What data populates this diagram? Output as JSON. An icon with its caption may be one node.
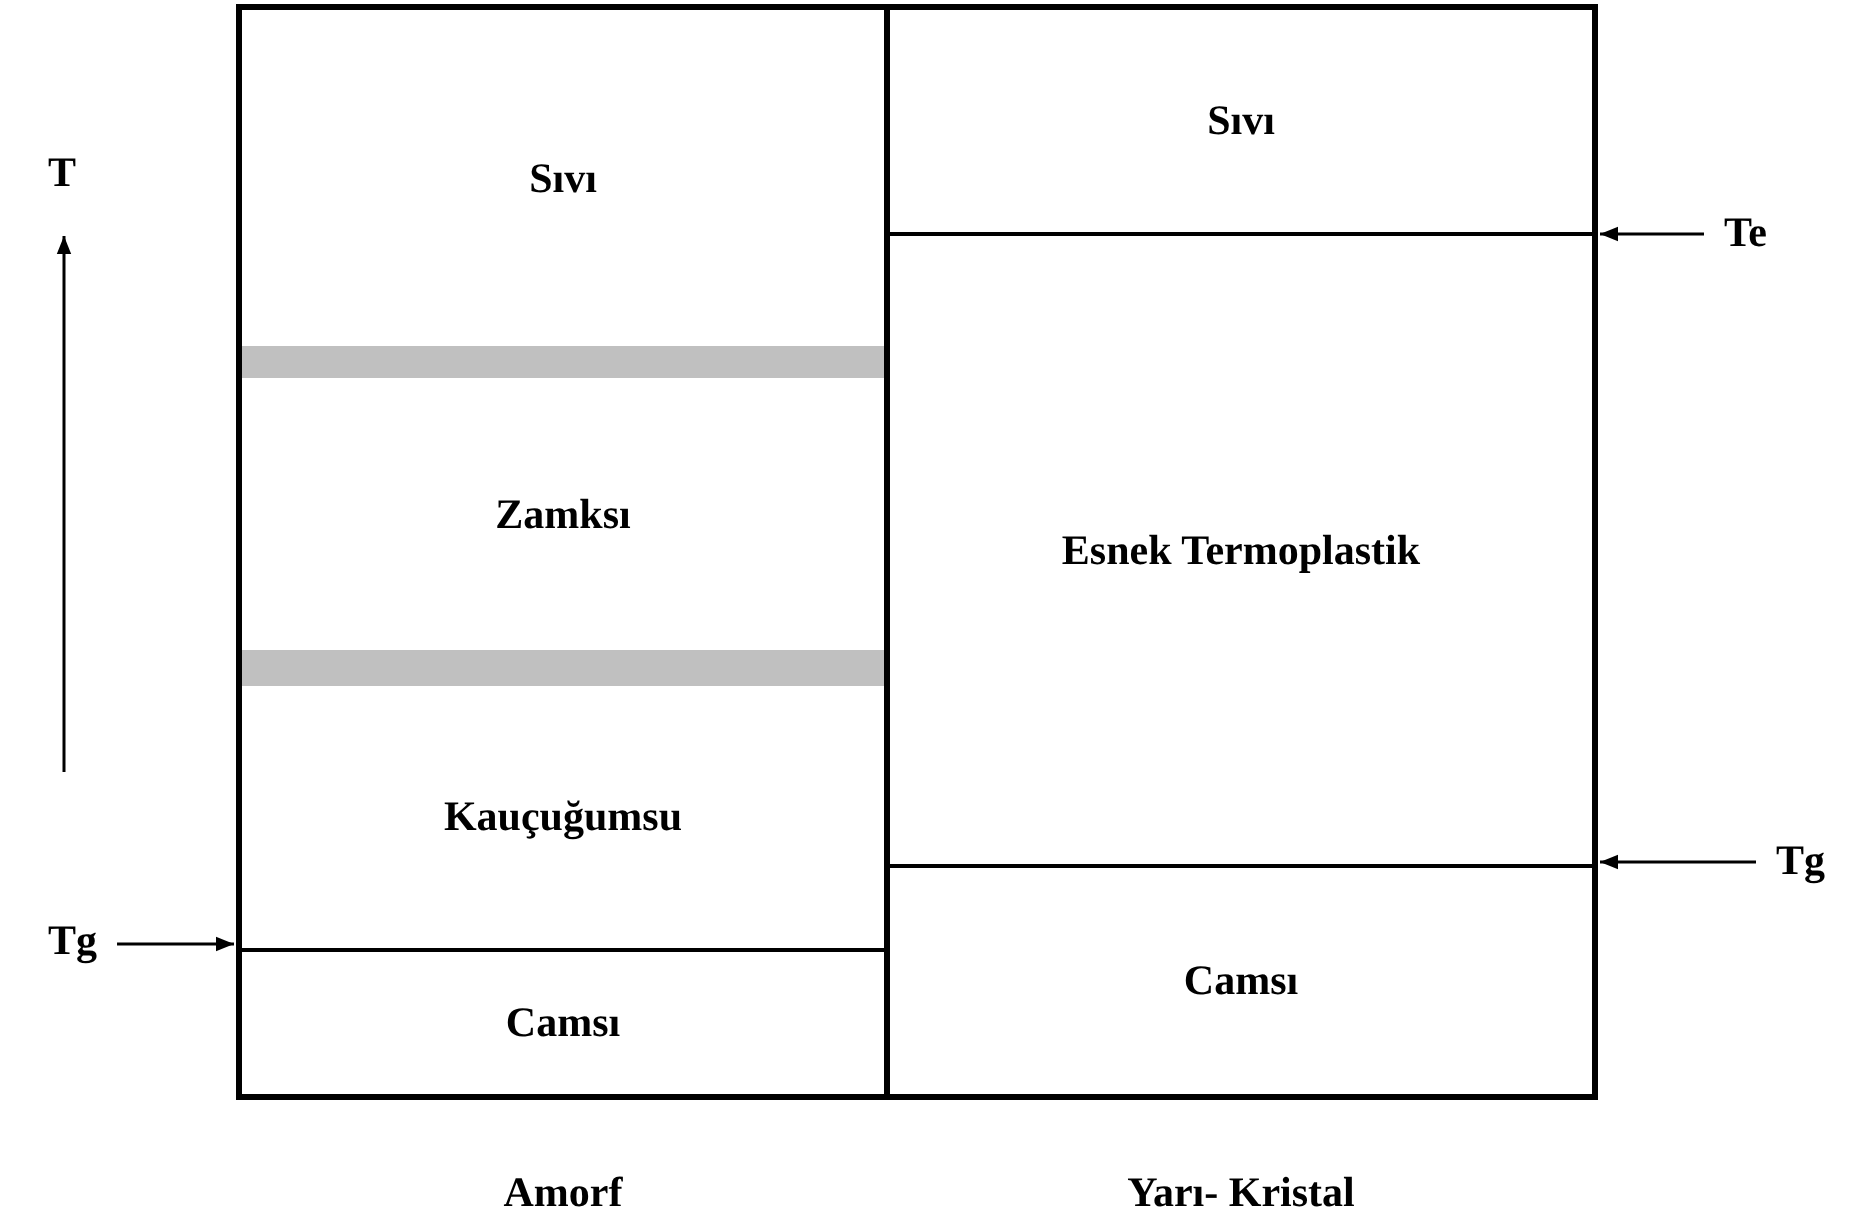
{
  "diagram": {
    "nodes": [
      {
        "text": [
          "Amorf"
        ]
      },
      {
        "text": [
          "Sıvı"
        ],
        "in": 0
      },
      {
        "text": [],
        "shape": "bar",
        "in": 0
      },
      {
        "text": [
          "Zamksı"
        ],
        "in": 0
      },
      {
        "text": [],
        "shape": "bar",
        "in": 0
      },
      {
        "text": [
          "Kauçuğumsu"
        ],
        "in": 0
      },
      {
        "text": [
          "Camsı"
        ],
        "in": 0
      },
      {
        "text": [
          "Yarı- Kristal"
        ]
      },
      {
        "text": [
          "Sıvı"
        ],
        "in": 7
      },
      {
        "text": [
          "Esnek Termoplastik"
        ],
        "in": 7
      },
      {
        "text": [
          "Camsı"
        ],
        "in": 7
      },
      {
        "text": [
          "Tg"
        ]
      },
      {
        "text": [
          "Te"
        ]
      },
      {
        "text": [
          "Tg"
        ]
      }
    ],
    "edges": [
      {
        "from": 11,
        "to": 0,
        "arrow": "to"
      },
      {
        "from": 12,
        "to": 7,
        "arrow": "to"
      },
      {
        "from": 13,
        "to": 7,
        "arrow": "to"
      }
    ],
    "labels": [
      "T"
    ]
  }
}
